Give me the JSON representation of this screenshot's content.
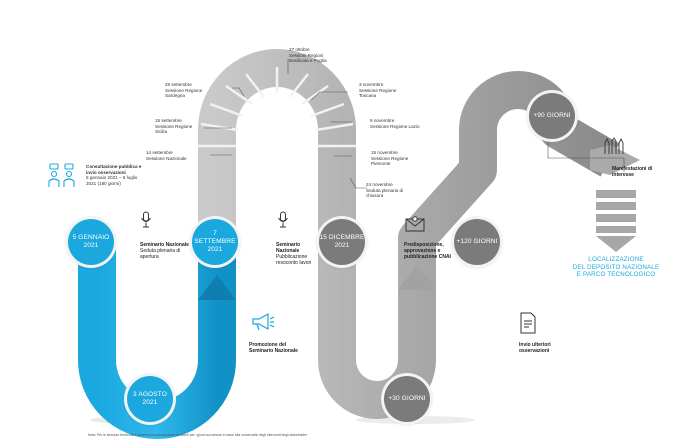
{
  "milestones": {
    "m1": "5 GENNAIO\n2021",
    "m2": "3 AGOSTO\n2021",
    "m3": "7 SETTEMBRE\n2021",
    "m4": "15 DICEMBRE\n2021",
    "m5": "+30 GIORNI",
    "m6": "+120 GIORNI",
    "m7": "+90 GIORNI"
  },
  "consultation": {
    "title": "Consultazione pubblica e invio osservazioni",
    "detail": "5 gennaio 2021 – 5 luglio 2021 (180 giorni)"
  },
  "seminar_open": {
    "title": "Seminario Nazionale",
    "detail": "Seduta plenaria di apertura"
  },
  "promotion": {
    "title": "Promozione del Seminario Nazionale"
  },
  "seminar_report": {
    "title": "Seminario Nazionale",
    "detail": "Pubblicazione resoconto lavori"
  },
  "cnai": {
    "title": "Predisposizione, approvazione e pubblicazione CNAI"
  },
  "further_obs": {
    "title": "Invio ulteriori osservazioni"
  },
  "interest": {
    "title": "Manifestazioni di interesse"
  },
  "final": {
    "line1": "LOCALIZZAZIONE",
    "line2": "DEL DEPOSITO NAZIONALE",
    "line3": "E PARCO TECNOLOGICO"
  },
  "sessions": [
    {
      "date": "14 settembre",
      "text": "Sessione Nazionale"
    },
    {
      "date": "15 settembre",
      "text": "Sessione Regione Sicilia"
    },
    {
      "date": "28 settembre",
      "text": "Sessione Regione Sardegna"
    },
    {
      "date": "27 ottobre",
      "text": "Sessioni Regioni Basilicata e Puglia"
    },
    {
      "date": "3 novembre",
      "text": "Sessione Regione Toscana"
    },
    {
      "date": "9 novembre",
      "text": "Sessione Regione Lazio"
    },
    {
      "date": "15 novembre",
      "text": "Sessione Regione Piemonte"
    },
    {
      "date": "24 novembre",
      "text": "Seduta plenaria di chiusura"
    }
  ],
  "footnote": "Nota: Per le sessioni territoriali è prevista la prosecuzione dei lavori per i giorni successivi in base alla numerosità degli interventi degli stakeholder",
  "colors": {
    "blue": "#1aa8df",
    "grey": "#8e8e8e",
    "dark_grey": "#7b7b7b"
  }
}
